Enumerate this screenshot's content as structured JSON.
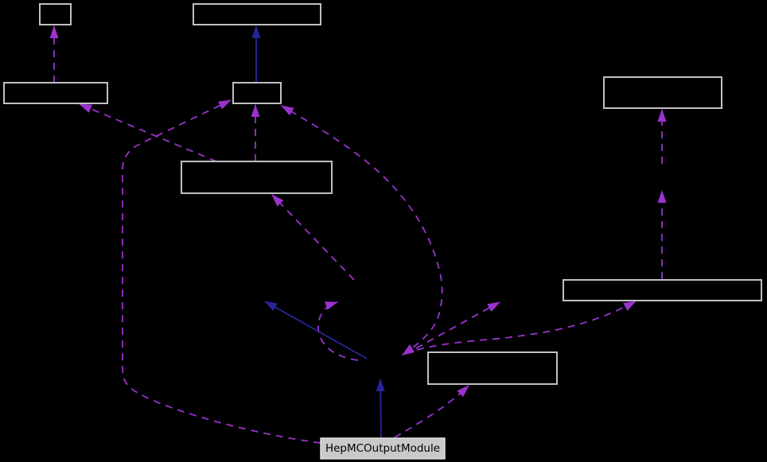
{
  "diagram": {
    "type": "collaboration-graph",
    "background": "#000000",
    "current_node": {
      "label": "HepMCOutputModule"
    },
    "nodes": [
      {
        "id": "top-left",
        "label": ""
      },
      {
        "id": "top-center",
        "label": ""
      },
      {
        "id": "left",
        "label": ""
      },
      {
        "id": "small-center",
        "label": ""
      },
      {
        "id": "center-left",
        "label": ""
      },
      {
        "id": "right-upper",
        "label": ""
      },
      {
        "id": "right-wide",
        "label": ""
      },
      {
        "id": "center-bottom",
        "label": ""
      },
      {
        "id": "hepmc-output-module",
        "label": "HepMCOutputModule"
      }
    ],
    "colors": {
      "usage_edge": "#9a32cd",
      "inheritance_edge": "#26269a",
      "node_border": "#c0c0c0",
      "node_fill": "#000000",
      "current_fill": "#c9c9c9",
      "current_border": "#e6e6e6",
      "current_text": "#000000"
    }
  }
}
